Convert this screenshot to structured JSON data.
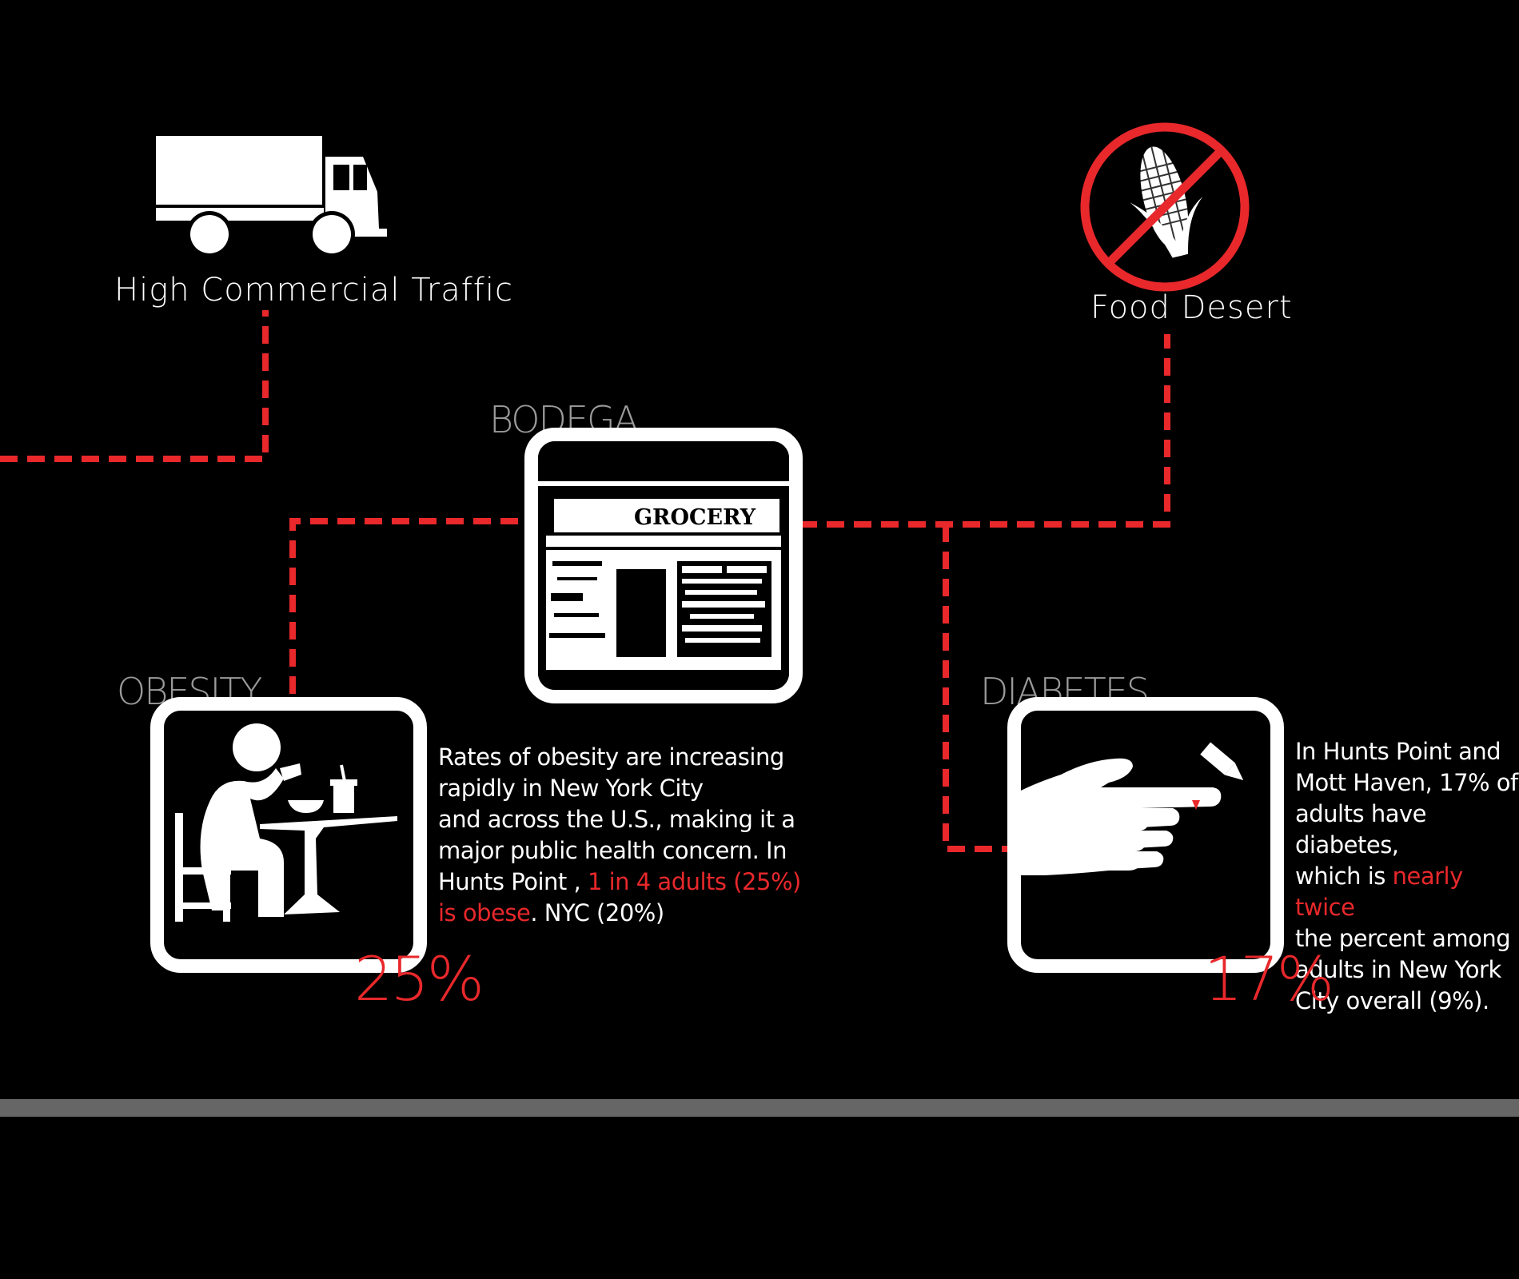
{
  "nodes": {
    "traffic": {
      "label": "High Commercial Traffic",
      "icon": "truck-icon"
    },
    "food_desert": {
      "label": "Food Desert",
      "icon": "no-corn-icon"
    },
    "bodega": {
      "title": "BODEGA",
      "icon": "grocery-storefront-photo",
      "sign_text": "GROCERY"
    },
    "obesity": {
      "title": "OBESITY",
      "icon": "person-eating-icon",
      "percent": "25%",
      "text_lines": [
        "Rates of obesity are increasing",
        "rapidly in New York City",
        "and across the U.S., making it a",
        "major public health concern. In"
      ],
      "text_line5_a": "Hunts Point , ",
      "text_line5_red": "1 in 4 adults (25%)",
      "text_line6_red": "is obese",
      "text_line6_b": ". NYC (20%)"
    },
    "diabetes": {
      "title": "DIABETES",
      "icon": "finger-prick-icon",
      "percent": "17%",
      "text_lines_a": [
        "In Hunts Point and",
        "Mott Haven, 17% of",
        "adults have diabetes,"
      ],
      "text_line4_a": "which is ",
      "text_line4_red": "nearly twice",
      "text_lines_b": [
        "the percent among",
        "adults in New York",
        "City overall (9%)."
      ]
    }
  },
  "colors": {
    "accent": "#e8282b",
    "background": "#000000",
    "title_gray": "#9a9a9a",
    "footer_bar": "#666666"
  }
}
